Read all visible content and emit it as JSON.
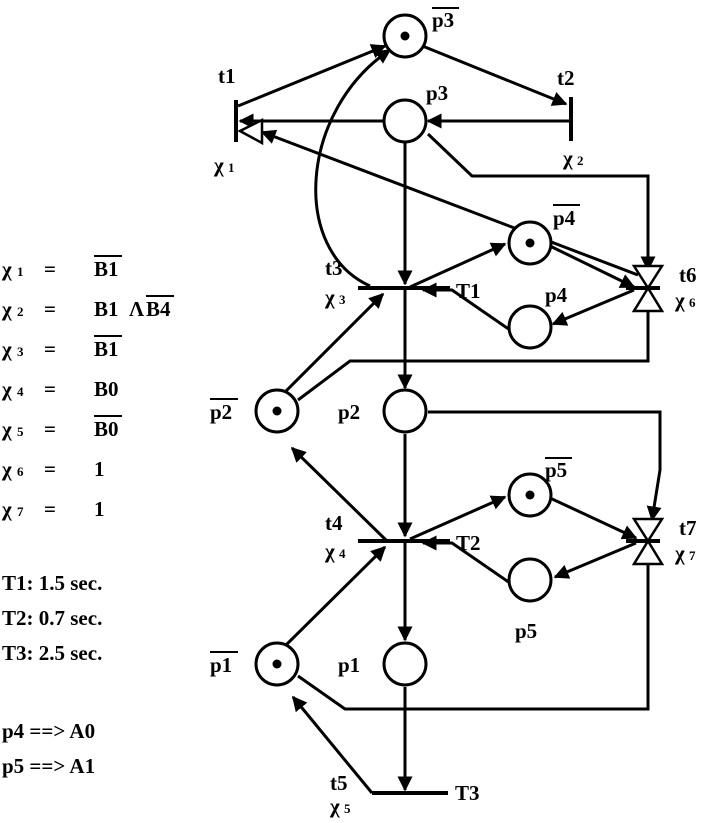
{
  "places": {
    "p3bar": "p3",
    "p3": "p3",
    "p4bar": "p4",
    "p4": "p4",
    "p2bar": "p2",
    "p2": "p2",
    "p5bar": "p5",
    "p5": "p5",
    "p1bar": "p1",
    "p1": "p1"
  },
  "transitions": {
    "t1": "t1",
    "t2": "t2",
    "t3": "t3",
    "t4": "t4",
    "t5": "t5",
    "t6": "t6",
    "t7": "t7",
    "T1": "T1",
    "T2": "T2",
    "T3": "T3"
  },
  "chi": {
    "symbol": "χ",
    "c1": "1",
    "c2": "2",
    "c3": "3",
    "c4": "4",
    "c5": "5",
    "c6": "6",
    "c7": "7"
  },
  "legend": {
    "conditions": [
      {
        "sub": "1",
        "expr": "=",
        "var1": "B1",
        "op": "",
        "var2": ""
      },
      {
        "sub": "2",
        "expr": "=",
        "var1": "B1",
        "op": "Λ",
        "var2": "B4"
      },
      {
        "sub": "3",
        "expr": "=",
        "var1": "B1",
        "op": "",
        "var2": ""
      },
      {
        "sub": "4",
        "expr": "=",
        "var1": "B0",
        "op": "",
        "var2": ""
      },
      {
        "sub": "5",
        "expr": "=",
        "var1": "B0",
        "op": "",
        "var2": ""
      },
      {
        "sub": "6",
        "expr": "=",
        "var1": "1",
        "op": "",
        "var2": ""
      },
      {
        "sub": "7",
        "expr": "=",
        "var1": "1",
        "op": "",
        "var2": ""
      }
    ],
    "timings": [
      "T1: 1.5 sec.",
      "T2: 0.7 sec.",
      "T3: 2.5 sec."
    ],
    "outputs": [
      "p4 ==> A0",
      "p5 ==> A1"
    ]
  }
}
